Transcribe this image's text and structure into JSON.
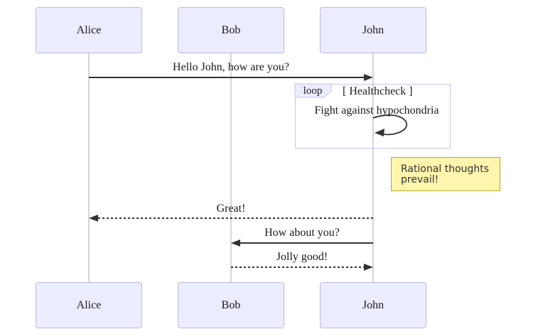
{
  "diagram_type": "sequence-diagram",
  "actors": [
    {
      "label": "Alice"
    },
    {
      "label": "Bob"
    },
    {
      "label": "John"
    }
  ],
  "messages": [
    {
      "from": "Alice",
      "to": "John",
      "text": "Hello John, how are you?",
      "style": "solid-arrow"
    },
    {
      "from": "John",
      "to": "John",
      "text": "Fight against hypochondria",
      "style": "self-loop"
    },
    {
      "from": "John",
      "to": "Alice",
      "text": "Great!",
      "style": "dashed-arrow"
    },
    {
      "from": "John",
      "to": "Bob",
      "text": "How about you?",
      "style": "solid-arrow"
    },
    {
      "from": "Bob",
      "to": "John",
      "text": "Jolly good!",
      "style": "dashed-arrow"
    }
  ],
  "loop": {
    "label": "loop",
    "condition": "[ Healthcheck ]"
  },
  "note": {
    "text": "Rational thoughts prevail!",
    "attached_to": "John",
    "position": "right"
  },
  "colors": {
    "background": "#ffffff",
    "actor_fill": "#ECECFF",
    "actor_border": "#b9b9e0",
    "lifeline": "#d5d5d5",
    "message_line": "#333333",
    "loop_border": "#c5c5f0",
    "loop_label_fill": "#ECECFF",
    "note_fill": "#FFF5AD",
    "note_border": "#AAAA33"
  }
}
